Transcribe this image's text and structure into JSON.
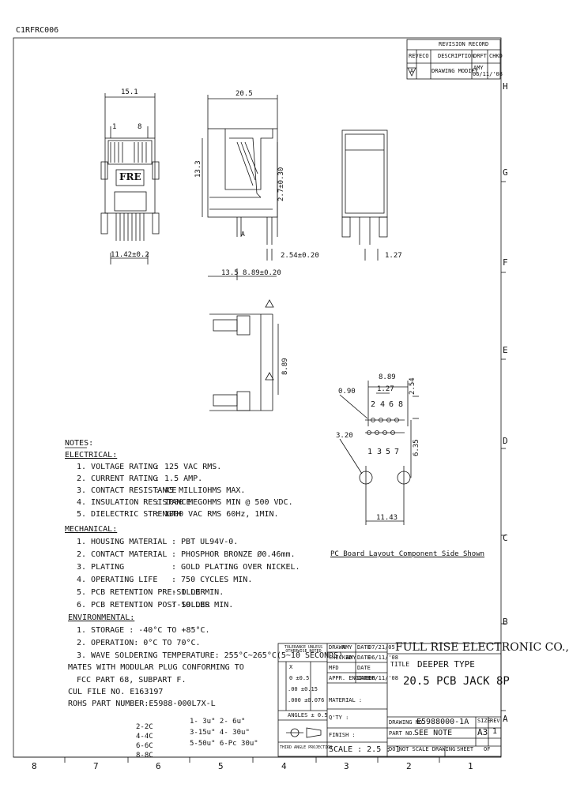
{
  "doc_code": "C1RFRC006",
  "revision": {
    "title": "REVISION RECORD",
    "headers": [
      "REV",
      "ECO",
      "DESCRIPTION",
      "DRFT",
      "CHKD"
    ],
    "row": {
      "rev": "A",
      "description": "DRAWING MODIFY",
      "drft": "AMY",
      "date": "06/11/'08"
    }
  },
  "zones_right": [
    "H",
    "G",
    "F",
    "E",
    "D",
    "C",
    "B",
    "A"
  ],
  "zones_bottom": [
    "8",
    "7",
    "6",
    "5",
    "4",
    "3",
    "2",
    "1"
  ],
  "front_view": {
    "width": "15.1",
    "pin_labels": [
      "1",
      "8"
    ],
    "logo": "FRE",
    "pitch": "11.42±0.2"
  },
  "side_view": {
    "width": "20.5",
    "height": "13.3",
    "pin_height": "2.7±0.30",
    "pin_spacing": "2.54±0.20",
    "dim_a": "13.5",
    "dim_b": "8.89±0.20",
    "pin_mark": "A"
  },
  "back_view": {
    "dim": "1.27"
  },
  "bottom_view": {
    "dim": "8.89"
  },
  "pcb_layout": {
    "hole": "0.90",
    "peg": "3.20",
    "width": "8.89",
    "pitch": "1.27",
    "row_gap": "2.54",
    "height": "6.35",
    "span": "11.43",
    "top_pins": [
      "2",
      "4",
      "6",
      "8"
    ],
    "bottom_pins": [
      "1",
      "3",
      "5",
      "7"
    ],
    "caption": "PC Board Layout Component Side Shown"
  },
  "notes": {
    "title": "NOTES:",
    "electrical_title": "ELECTRICAL:",
    "electrical": [
      {
        "k": "1. VOLTAGE RATING",
        "v": ": 125 VAC RMS."
      },
      {
        "k": "2. CURRENT RATING",
        "v": ": 1.5 AMP."
      },
      {
        "k": "3. CONTACT RESISTANCE",
        "v": ": 45 MILLIOHMS MAX."
      },
      {
        "k": "4. INSULATION RESISTANCE",
        "v": ": 1000 MEGOHMS MIN @ 500 VDC."
      },
      {
        "k": "5. DIELECTRIC STRENGTH",
        "v": ": 1000 VAC RMS 60Hz, 1MIN."
      }
    ],
    "mechanical_title": "MECHANICAL:",
    "mechanical": [
      {
        "k": "1. HOUSING MATERIAL",
        "v": ": PBT UL94V-0."
      },
      {
        "k": "2. CONTACT MATERIAL",
        "v": ": PHOSPHOR BRONZE Ø0.46mm."
      },
      {
        "k": "3. PLATING",
        "v": ": GOLD PLATING OVER NICKEL."
      },
      {
        "k": "4. OPERATING LIFE",
        "v": ": 750 CYCLES MIN."
      },
      {
        "k": "5. PCB RETENTION PRE-SOLDER",
        "v": ": 1 LB MIN."
      },
      {
        "k": "6. PCB RETENTION POST-SOLDER",
        "v": ": 10 LBS MIN."
      }
    ],
    "environmental_title": "ENVIRONMENTAL:",
    "env_1": "1. STORAGE : -40°C TO +85°C.",
    "env_2": "2. OPERATION: 0°C TO 70°C.",
    "env_3": "3. WAVE SOLDERING TEMPERATURE: 255°C~265°C(5~10 SECONDS)",
    "plug_1": "MATES WITH MODULAR PLUG CONFORMING TO",
    "plug_2": "FCC PART 68, SUBPART F.",
    "cul": "CUL FILE NO. E163197",
    "rohs": "ROHS PART NUMBER:E5988-000L7X-L",
    "pn_options": [
      "2-2C",
      "4-4C",
      "6-6C",
      "8-8C"
    ],
    "plating_options": [
      "1- 3u\" 2- 6u\"",
      "3-15u\" 4- 30u\"",
      "5-50u\" 6-Pc 30u\""
    ]
  },
  "title_block": {
    "tolerance_title": "TOLERANCE UNLESS OTHERWISE NOTED",
    "tol_rows": [
      "X",
      "0 ±0.5",
      ".00 ±0.15",
      ".000 ±0.076"
    ],
    "angle_tol": "ANGLES ± 0.5",
    "drawn_label": "DRAWN",
    "drawn_by": "AMY",
    "drawn_date_label": "DATE",
    "drawn_date": "07/21/05",
    "checked_label": "CHECKED",
    "checked_by": "AMY",
    "checked_date_label": "DATE",
    "checked_date": "06/11/'08",
    "mfd_label": "MFD",
    "mfd_date_label": "DATE",
    "approved_label": "APPR. ENGINEER",
    "approved_date_label": "DATE",
    "approved_date": "06/11/'08",
    "material_label": "MATERIAL :",
    "qty_label": "Q'TY :",
    "finish_label": "FINISH :",
    "projection_label": "THIRD ANGLE PROJECTION",
    "scale_label": "SCALE : 2.5 : 1",
    "company": "FULL RISE ELECTRONIC CO., LTD",
    "title_label": "TITLE",
    "title_1": "DEEPER TYPE",
    "title_2": "20.5 PCB JACK 8P",
    "drawing_no_label": "DRAWING NO.",
    "drawing_no": "E5988000-1A",
    "part_no_label": "PART NO.",
    "part_no": "SEE NOTE",
    "size_label": "SIZE",
    "size": "A3",
    "rev_label": "REV",
    "rev": "1",
    "dont_scale": "DO NOT SCALE DRAWING",
    "sheet_label": "SHEET",
    "of_label": "OF"
  }
}
